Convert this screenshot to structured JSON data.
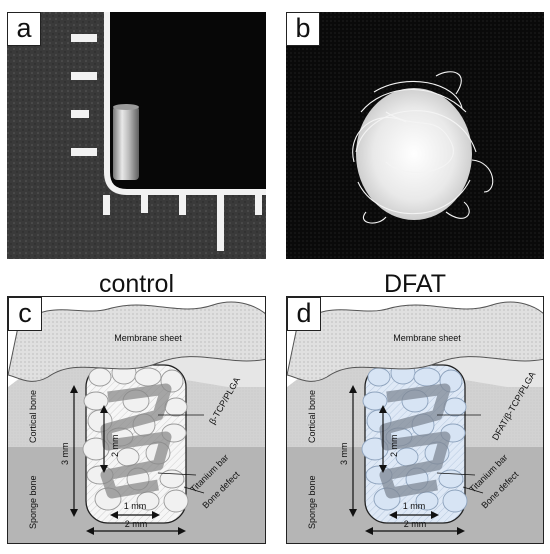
{
  "panels": {
    "a": {
      "letter": "a"
    },
    "b": {
      "letter": "b"
    },
    "c": {
      "letter": "c",
      "title": "control",
      "bar_label": "β-TCP/PLGA"
    },
    "d": {
      "letter": "d",
      "title": "DFAT",
      "bar_label": "DFAT/β-TCP/PLGA"
    }
  },
  "diagram_labels": {
    "membrane": "Membrane sheet",
    "cortical": "Cortical bone",
    "sponge": "Sponge bone",
    "titanium": "Titanium bar",
    "defect": "Bone defect",
    "dim_3mm": "3 mm",
    "dim_2mm_inner": "2 mm",
    "dim_1mm": "1 mm",
    "dim_2mm_width": "2 mm"
  },
  "colors": {
    "defect_fill_control": "#f4f4f4",
    "defect_fill_dfat": "#d9e6f5",
    "cortical": "#d0d0d0",
    "sponge": "#b8b8b8",
    "membrane": "#e2e2e2"
  }
}
